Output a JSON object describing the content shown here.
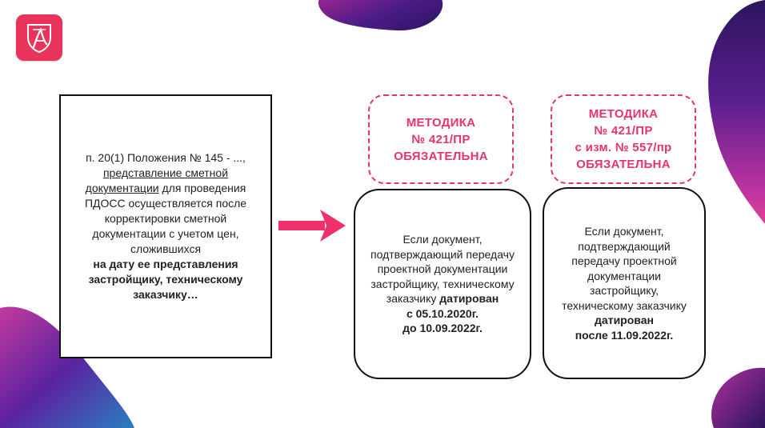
{
  "logo": {
    "icon": "brand-logo-icon",
    "color": "#e8335a"
  },
  "left_box": {
    "intro": "п. 20(1) Положения № 145 - ...,",
    "underlined": "представление сметной документации",
    "plain_1": " для проведения ПДОСС осуществляется после корректировки сметной документации с учетом цен, сложившихся",
    "bold": "на дату ее представления застройщику, техническому заказчику…"
  },
  "arrow": {
    "icon": "right-arrow-icon",
    "color": "#f0306b"
  },
  "method_1": {
    "line1": "МЕТОДИКА",
    "line2": "№ 421/ПР",
    "line3": "ОБЯЗАТЕЛЬНА",
    "body_plain": "Если документ, подтверждающий передачу проектной документации застройщику, техническому заказчику ",
    "body_bold_1": "датирован",
    "body_bold_2": "с 05.10.2020г.",
    "body_bold_3": "до 10.09.2022г."
  },
  "method_2": {
    "line1": "МЕТОДИКА",
    "line2": "№ 421/ПР",
    "line3": "с изм. № 557/пр",
    "line4": "ОБЯЗАТЕЛЬНА",
    "body_plain": "Если документ, подтверждающий передачу проектной документации застройщику, техническому заказчику",
    "body_bold_1": "датирован",
    "body_bold_2": "после 11.09.2022г."
  },
  "colors": {
    "accent": "#e8336d",
    "purple_dark": "#3b1a7a",
    "pink": "#e8335a"
  }
}
